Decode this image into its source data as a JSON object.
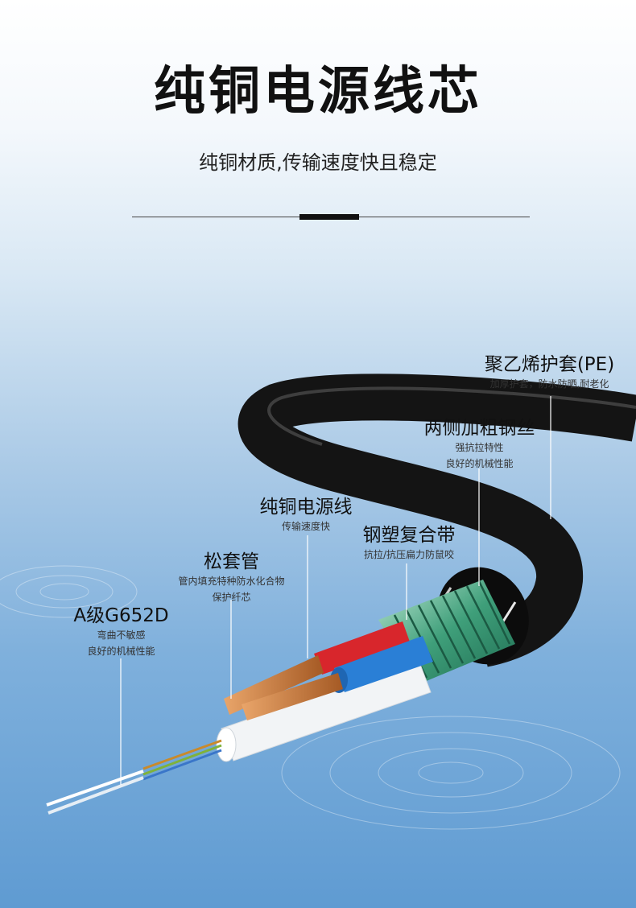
{
  "header": {
    "title": "纯铜电源线芯",
    "subtitle": "纯铜材质,传输速度快且稳定"
  },
  "callouts": [
    {
      "id": "pe",
      "name": "聚乙烯护套(PE)",
      "desc": [
        "加厚护套，防水防晒,耐老化"
      ]
    },
    {
      "id": "steel-wire",
      "name": "两侧加粗钢丝",
      "desc": [
        "强抗拉特性",
        "良好的机械性能"
      ]
    },
    {
      "id": "copper",
      "name": "纯铜电源线",
      "desc": [
        "传输速度快"
      ]
    },
    {
      "id": "tape",
      "name": "钢塑复合带",
      "desc": [
        "抗拉/抗压扁力防鼠咬"
      ]
    },
    {
      "id": "tube",
      "name": "松套管",
      "desc": [
        "管内填充特种防水化合物",
        "保护纤芯"
      ]
    },
    {
      "id": "fiber",
      "name": "A级G652D",
      "desc": [
        "弯曲不敏感",
        "良好的机械性能"
      ]
    }
  ],
  "colors": {
    "jacket": "#141414",
    "copper": "#c9773a",
    "red_insulation": "#d8262c",
    "blue_insulation": "#2a7fd6",
    "steel_tape": "#4fb08a",
    "loose_tube": "#f2f4f6"
  }
}
